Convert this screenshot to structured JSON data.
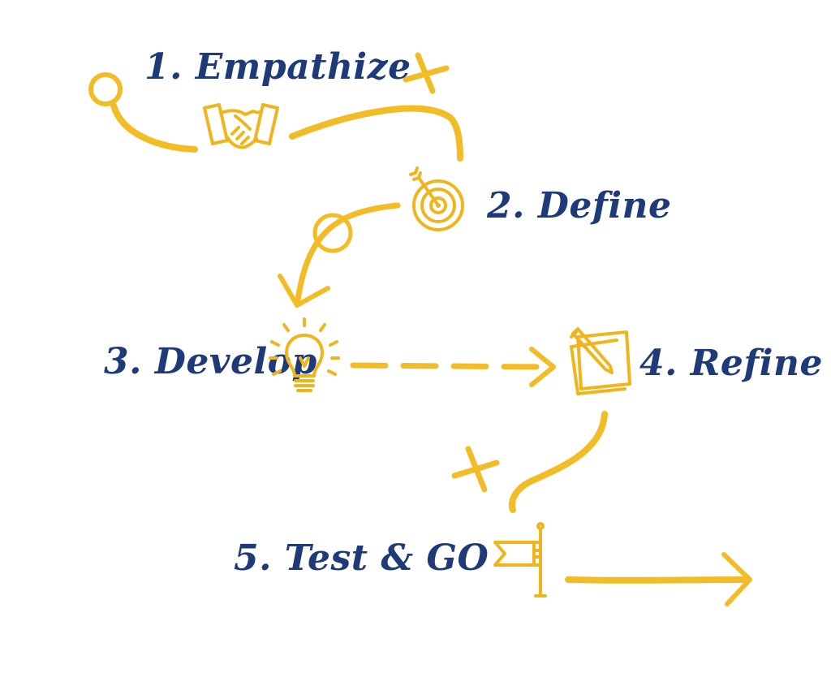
{
  "colors": {
    "label": "#1e3a78",
    "accent": "#f2bc27"
  },
  "steps": [
    {
      "label": "1. Empathize",
      "icon": "handshake-icon"
    },
    {
      "label": "2. Define",
      "icon": "target-icon"
    },
    {
      "label": "3. Develop",
      "icon": "lightbulb-icon"
    },
    {
      "label": "4. Refine",
      "icon": "notes-pencil-icon"
    },
    {
      "label": "5. Test & GO",
      "icon": "flag-icon"
    }
  ]
}
